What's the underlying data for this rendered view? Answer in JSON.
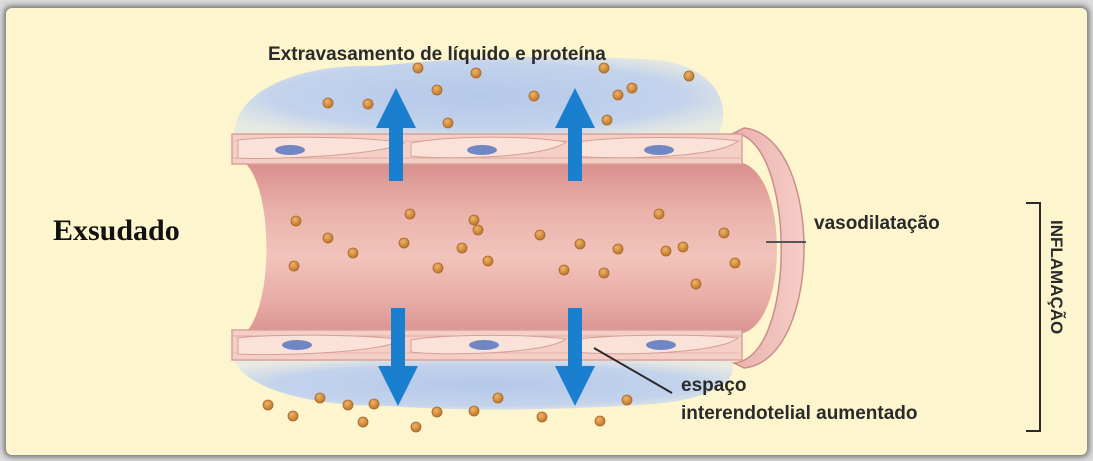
{
  "colors": {
    "panel": "#fdf5cd",
    "halo": "#b8cdea",
    "lumen": "#e7a9a3",
    "cell": "#f8d7cf",
    "membrane": "#eeb8b4",
    "nucleus": "#6f87c4",
    "arrow": "#1b7fd0",
    "particle": "#d49243"
  },
  "labels": {
    "top_caption": "Extravasamento de líquido e proteína",
    "exsudado": "Exsudado",
    "vasodilatacao": "vasodilatação",
    "espaco_line1": "espaço",
    "espaco_line2": "interendotelial aumentado",
    "inflamacao": "INFLAMAÇÃO"
  },
  "arrows": {
    "up": [
      "transport-up",
      "transport-up"
    ],
    "down": [
      "transport-down",
      "transport-down"
    ]
  }
}
